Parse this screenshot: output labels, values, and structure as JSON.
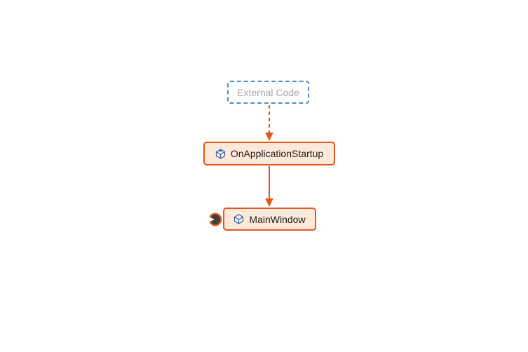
{
  "diagram": {
    "type": "code-map-dependency-graph",
    "background": "#FFFFFF",
    "nodes": {
      "external": {
        "label": "External Code",
        "kind": "external-group",
        "border_style": "dashed",
        "border_color": "#4E8FC6",
        "fill": "#FFFFFF",
        "text_color": "#A8A8A8"
      },
      "startup": {
        "label": "OnApplicationStartup",
        "kind": "method",
        "icon": "cube-method-icon",
        "border_color": "#E2571C",
        "fill": "#FCE9DA",
        "text_color": "#1E1E1E"
      },
      "main": {
        "label": "MainWindow",
        "kind": "class",
        "icon": "cube-class-icon",
        "border_color": "#E2571C",
        "fill": "#FCE9DA",
        "text_color": "#1E1E1E"
      }
    },
    "edges": [
      {
        "from": "External Code",
        "to": "OnApplicationStartup",
        "style": "dashed",
        "color": "#E2571C",
        "arrowhead": "filled-triangle-down"
      },
      {
        "from": "OnApplicationStartup",
        "to": "MainWindow",
        "style": "solid",
        "color": "#E2571C",
        "arrowhead": "filled-triangle-down"
      }
    ],
    "indicators": {
      "expand_circle": {
        "attached_to": "MainWindow",
        "fill": "#3F3F3F",
        "ring_color": "#E2571C",
        "notch_color": "#FFFFFF"
      }
    }
  }
}
